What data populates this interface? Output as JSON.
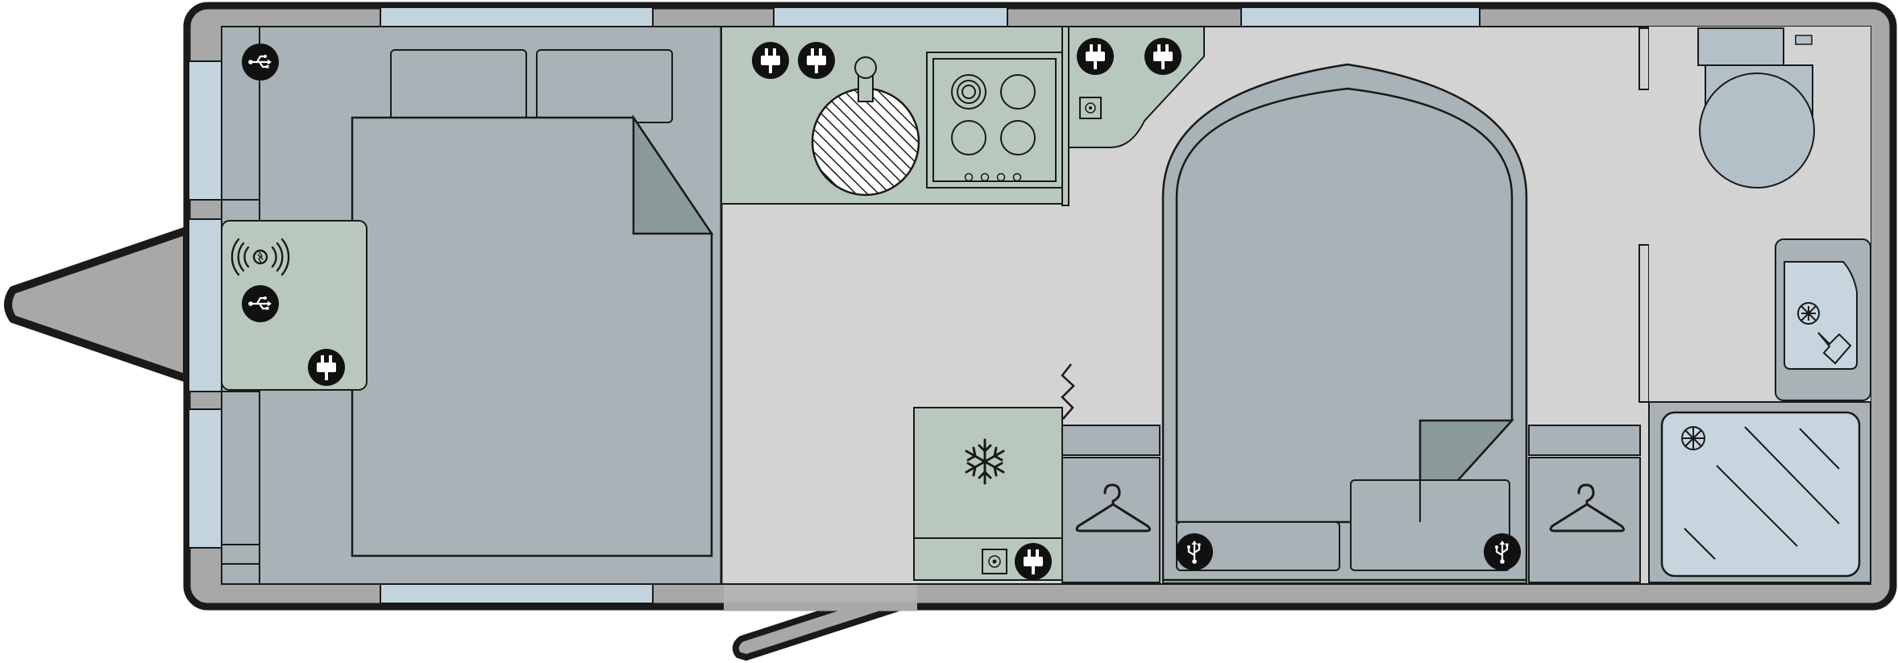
{
  "diagram": {
    "type": "caravan-floor-plan",
    "colors": {
      "body_fill": "#a8a8a8",
      "floor_fill": "#d3d3d3",
      "furniture_fill": "#a9b2b6",
      "kitchen_fill": "#b9c8bd",
      "window_fill": "#c3d4de",
      "shower_fill": "#c7d6de",
      "toilet_fill": "#b3c0c8",
      "outline": "#1a1a1a",
      "icon_bg": "#111111",
      "icon_fg": "#ffffff",
      "fold_fill": "#8a9a9a"
    },
    "zones": [
      "front-fixed-bed",
      "kitchen",
      "fridge",
      "rear-island-bed",
      "washroom"
    ],
    "icons": {
      "usb": "usb-icon",
      "mains_socket": "mains-socket-icon",
      "wireless_charger": "wireless-charger-icon",
      "fridge": "snowflake-icon",
      "wardrobe": "hanger-icon",
      "tv_point": "tv-point-icon",
      "hob": "gas-hob-icon",
      "sink": "circular-sink-icon",
      "tap": "tap-icon",
      "heater": "heater-icon",
      "door": "entrance-door-icon",
      "sliding_door": "sliding-door-arrow-icon",
      "shower": "shower-tray-icon",
      "toilet": "toilet-icon",
      "basin": "basin-icon"
    }
  }
}
